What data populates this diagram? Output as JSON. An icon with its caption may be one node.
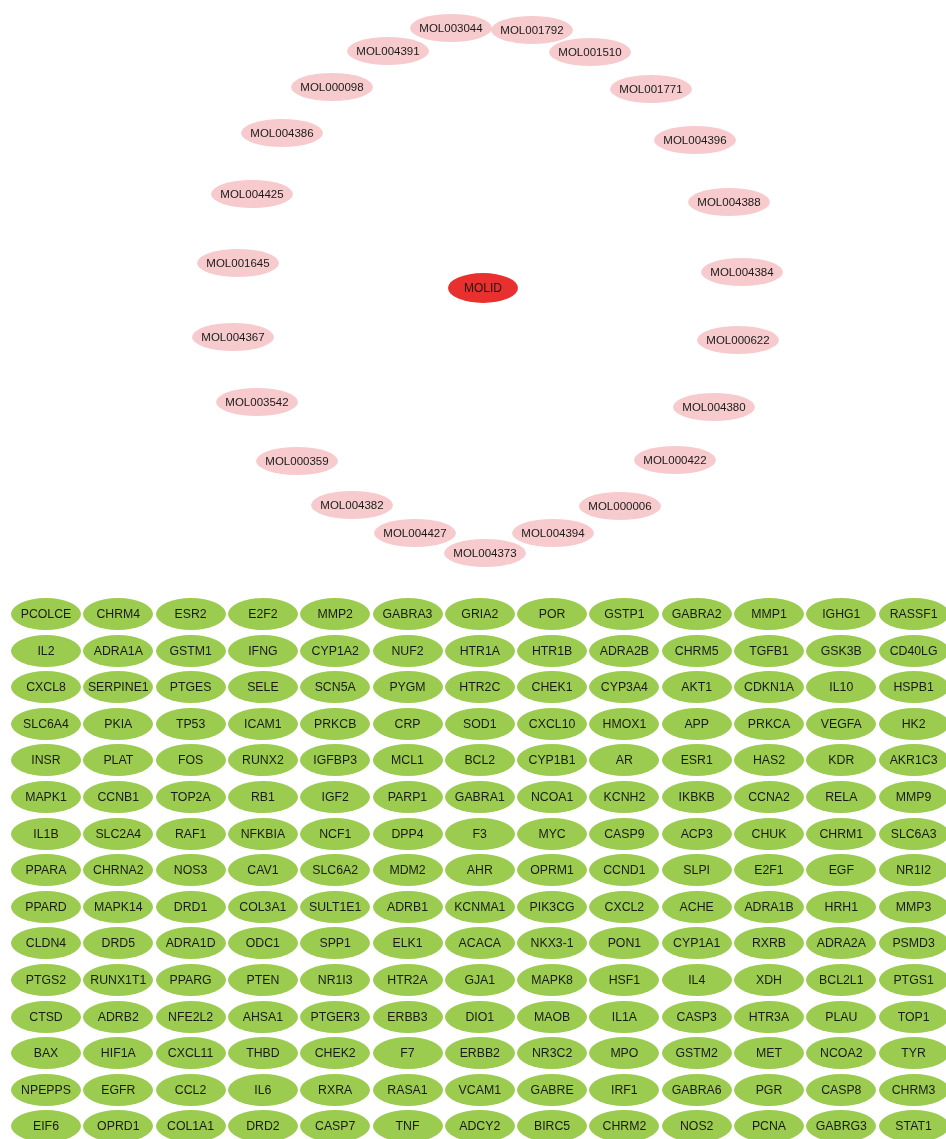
{
  "diagram": {
    "nodes": [
      {
        "text": [
          "MOL003044"
        ]
      },
      {
        "text": [
          "MOL001792"
        ]
      },
      {
        "text": [
          "MOL004391"
        ]
      },
      {
        "text": [
          "MOL001510"
        ]
      },
      {
        "text": [
          "MOL000098"
        ]
      },
      {
        "text": [
          "MOL001771"
        ]
      },
      {
        "text": [
          "MOL004386"
        ]
      },
      {
        "text": [
          "MOL004396"
        ]
      },
      {
        "text": [
          "MOL004425"
        ]
      },
      {
        "text": [
          "MOL004388"
        ]
      },
      {
        "text": [
          "MOL001645"
        ]
      },
      {
        "text": [
          "MOL004384"
        ]
      },
      {
        "text": [
          "MOLID"
        ]
      },
      {
        "text": [
          "MOL004367"
        ]
      },
      {
        "text": [
          "MOL000622"
        ]
      },
      {
        "text": [
          "MOL003542"
        ]
      },
      {
        "text": [
          "MOL004380"
        ]
      },
      {
        "text": [
          "MOL000359"
        ]
      },
      {
        "text": [
          "MOL000422"
        ]
      },
      {
        "text": [
          "MOL004382"
        ]
      },
      {
        "text": [
          "MOL000006"
        ]
      },
      {
        "text": [
          "MOL004427"
        ]
      },
      {
        "text": [
          "MOL004394"
        ]
      },
      {
        "text": [
          "MOL004373"
        ]
      },
      {
        "text": [
          "PCOLCE"
        ]
      },
      {
        "text": [
          "CHRM4"
        ]
      },
      {
        "text": [
          "ESR2"
        ]
      },
      {
        "text": [
          "E2F2"
        ]
      },
      {
        "text": [
          "MMP2"
        ]
      },
      {
        "text": [
          "GABRA3"
        ]
      },
      {
        "text": [
          "GRIA2"
        ]
      },
      {
        "text": [
          "POR"
        ]
      },
      {
        "text": [
          "GSTP1"
        ]
      },
      {
        "text": [
          "GABRA2"
        ]
      },
      {
        "text": [
          "MMP1"
        ]
      },
      {
        "text": [
          "IGHG1"
        ]
      },
      {
        "text": [
          "RASSF1"
        ]
      },
      {
        "text": [
          "IL2"
        ]
      },
      {
        "text": [
          "ADRA1A"
        ]
      },
      {
        "text": [
          "GSTM1"
        ]
      },
      {
        "text": [
          "IFNG"
        ]
      },
      {
        "text": [
          "CYP1A2"
        ]
      },
      {
        "text": [
          "NUF2"
        ]
      },
      {
        "text": [
          "HTR1A"
        ]
      },
      {
        "text": [
          "HTR1B"
        ]
      },
      {
        "text": [
          "ADRA2B"
        ]
      },
      {
        "text": [
          "CHRM5"
        ]
      },
      {
        "text": [
          "TGFB1"
        ]
      },
      {
        "text": [
          "GSK3B"
        ]
      },
      {
        "text": [
          "CD40LG"
        ]
      },
      {
        "text": [
          "CXCL8"
        ]
      },
      {
        "text": [
          "SERPINE1"
        ]
      },
      {
        "text": [
          "PTGES"
        ]
      },
      {
        "text": [
          "SELE"
        ]
      },
      {
        "text": [
          "SCN5A"
        ]
      },
      {
        "text": [
          "PYGM"
        ]
      },
      {
        "text": [
          "HTR2C"
        ]
      },
      {
        "text": [
          "CHEK1"
        ]
      },
      {
        "text": [
          "CYP3A4"
        ]
      },
      {
        "text": [
          "AKT1"
        ]
      },
      {
        "text": [
          "CDKN1A"
        ]
      },
      {
        "text": [
          "IL10"
        ]
      },
      {
        "text": [
          "HSPB1"
        ]
      },
      {
        "text": [
          "SLC6A4"
        ]
      },
      {
        "text": [
          "PKIA"
        ]
      },
      {
        "text": [
          "TP53"
        ]
      },
      {
        "text": [
          "ICAM1"
        ]
      },
      {
        "text": [
          "PRKCB"
        ]
      },
      {
        "text": [
          "CRP"
        ]
      },
      {
        "text": [
          "SOD1"
        ]
      },
      {
        "text": [
          "CXCL10"
        ]
      },
      {
        "text": [
          "HMOX1"
        ]
      },
      {
        "text": [
          "APP"
        ]
      },
      {
        "text": [
          "PRKCA"
        ]
      },
      {
        "text": [
          "VEGFA"
        ]
      },
      {
        "text": [
          "HK2"
        ]
      },
      {
        "text": [
          "INSR"
        ]
      },
      {
        "text": [
          "PLAT"
        ]
      },
      {
        "text": [
          "FOS"
        ]
      },
      {
        "text": [
          "RUNX2"
        ]
      },
      {
        "text": [
          "IGFBP3"
        ]
      },
      {
        "text": [
          "MCL1"
        ]
      },
      {
        "text": [
          "BCL2"
        ]
      },
      {
        "text": [
          "CYP1B1"
        ]
      },
      {
        "text": [
          "AR"
        ]
      },
      {
        "text": [
          "ESR1"
        ]
      },
      {
        "text": [
          "HAS2"
        ]
      },
      {
        "text": [
          "KDR"
        ]
      },
      {
        "text": [
          "AKR1C3"
        ]
      },
      {
        "text": [
          "MAPK1"
        ]
      },
      {
        "text": [
          "CCNB1"
        ]
      },
      {
        "text": [
          "TOP2A"
        ]
      },
      {
        "text": [
          "RB1"
        ]
      },
      {
        "text": [
          "IGF2"
        ]
      },
      {
        "text": [
          "PARP1"
        ]
      },
      {
        "text": [
          "GABRA1"
        ]
      },
      {
        "text": [
          "NCOA1"
        ]
      },
      {
        "text": [
          "KCNH2"
        ]
      },
      {
        "text": [
          "IKBKB"
        ]
      },
      {
        "text": [
          "CCNA2"
        ]
      },
      {
        "text": [
          "RELA"
        ]
      },
      {
        "text": [
          "MMP9"
        ]
      },
      {
        "text": [
          "IL1B"
        ]
      },
      {
        "text": [
          "SLC2A4"
        ]
      },
      {
        "text": [
          "RAF1"
        ]
      },
      {
        "text": [
          "NFKBIA"
        ]
      },
      {
        "text": [
          "NCF1"
        ]
      },
      {
        "text": [
          "DPP4"
        ]
      },
      {
        "text": [
          "F3"
        ]
      },
      {
        "text": [
          "MYC"
        ]
      },
      {
        "text": [
          "CASP9"
        ]
      },
      {
        "text": [
          "ACP3"
        ]
      },
      {
        "text": [
          "CHUK"
        ]
      },
      {
        "text": [
          "CHRM1"
        ]
      },
      {
        "text": [
          "SLC6A3"
        ]
      },
      {
        "text": [
          "PPARA"
        ]
      },
      {
        "text": [
          "CHRNA2"
        ]
      },
      {
        "text": [
          "NOS3"
        ]
      },
      {
        "text": [
          "CAV1"
        ]
      },
      {
        "text": [
          "SLC6A2"
        ]
      },
      {
        "text": [
          "MDM2"
        ]
      },
      {
        "text": [
          "AHR"
        ]
      },
      {
        "text": [
          "OPRM1"
        ]
      },
      {
        "text": [
          "CCND1"
        ]
      },
      {
        "text": [
          "SLPI"
        ]
      },
      {
        "text": [
          "E2F1"
        ]
      },
      {
        "text": [
          "EGF"
        ]
      },
      {
        "text": [
          "NR1I2"
        ]
      },
      {
        "text": [
          "PPARD"
        ]
      },
      {
        "text": [
          "MAPK14"
        ]
      },
      {
        "text": [
          "DRD1"
        ]
      },
      {
        "text": [
          "COL3A1"
        ]
      },
      {
        "text": [
          "SULT1E1"
        ]
      },
      {
        "text": [
          "ADRB1"
        ]
      },
      {
        "text": [
          "KCNMA1"
        ]
      },
      {
        "text": [
          "PIK3CG"
        ]
      },
      {
        "text": [
          "CXCL2"
        ]
      },
      {
        "text": [
          "ACHE"
        ]
      },
      {
        "text": [
          "ADRA1B"
        ]
      },
      {
        "text": [
          "HRH1"
        ]
      },
      {
        "text": [
          "MMP3"
        ]
      },
      {
        "text": [
          "CLDN4"
        ]
      },
      {
        "text": [
          "DRD5"
        ]
      },
      {
        "text": [
          "ADRA1D"
        ]
      },
      {
        "text": [
          "ODC1"
        ]
      },
      {
        "text": [
          "SPP1"
        ]
      },
      {
        "text": [
          "ELK1"
        ]
      },
      {
        "text": [
          "ACACA"
        ]
      },
      {
        "text": [
          "NKX3-1"
        ]
      },
      {
        "text": [
          "PON1"
        ]
      },
      {
        "text": [
          "CYP1A1"
        ]
      },
      {
        "text": [
          "RXRB"
        ]
      },
      {
        "text": [
          "ADRA2A"
        ]
      },
      {
        "text": [
          "PSMD3"
        ]
      },
      {
        "text": [
          "PTGS2"
        ]
      },
      {
        "text": [
          "RUNX1T1"
        ]
      },
      {
        "text": [
          "PPARG"
        ]
      },
      {
        "text": [
          "PTEN"
        ]
      },
      {
        "text": [
          "NR1I3"
        ]
      },
      {
        "text": [
          "HTR2A"
        ]
      },
      {
        "text": [
          "GJA1"
        ]
      },
      {
        "text": [
          "MAPK8"
        ]
      },
      {
        "text": [
          "HSF1"
        ]
      },
      {
        "text": [
          "IL4"
        ]
      },
      {
        "text": [
          "XDH"
        ]
      },
      {
        "text": [
          "BCL2L1"
        ]
      },
      {
        "text": [
          "PTGS1"
        ]
      },
      {
        "text": [
          "CTSD"
        ]
      },
      {
        "text": [
          "ADRB2"
        ]
      },
      {
        "text": [
          "NFE2L2"
        ]
      },
      {
        "text": [
          "AHSA1"
        ]
      },
      {
        "text": [
          "PTGER3"
        ]
      },
      {
        "text": [
          "ERBB3"
        ]
      },
      {
        "text": [
          "DIO1"
        ]
      },
      {
        "text": [
          "MAOB"
        ]
      },
      {
        "text": [
          "IL1A"
        ]
      },
      {
        "text": [
          "CASP3"
        ]
      },
      {
        "text": [
          "HTR3A"
        ]
      },
      {
        "text": [
          "PLAU"
        ]
      },
      {
        "text": [
          "TOP1"
        ]
      },
      {
        "text": [
          "BAX"
        ]
      },
      {
        "text": [
          "HIF1A"
        ]
      },
      {
        "text": [
          "CXCL11"
        ]
      },
      {
        "text": [
          "THBD"
        ]
      },
      {
        "text": [
          "CHEK2"
        ]
      },
      {
        "text": [
          "F7"
        ]
      },
      {
        "text": [
          "ERBB2"
        ]
      },
      {
        "text": [
          "NR3C2"
        ]
      },
      {
        "text": [
          "MPO"
        ]
      },
      {
        "text": [
          "GSTM2"
        ]
      },
      {
        "text": [
          "MET"
        ]
      },
      {
        "text": [
          "NCOA2"
        ]
      },
      {
        "text": [
          "TYR"
        ]
      },
      {
        "text": [
          "NPEPPS"
        ]
      },
      {
        "text": [
          "EGFR"
        ]
      },
      {
        "text": [
          "CCL2"
        ]
      },
      {
        "text": [
          "IL6"
        ]
      },
      {
        "text": [
          "RXRA"
        ]
      },
      {
        "text": [
          "RASA1"
        ]
      },
      {
        "text": [
          "VCAM1"
        ]
      },
      {
        "text": [
          "GABRE"
        ]
      },
      {
        "text": [
          "IRF1"
        ]
      },
      {
        "text": [
          "GABRA6"
        ]
      },
      {
        "text": [
          "PGR"
        ]
      },
      {
        "text": [
          "CASP8"
        ]
      },
      {
        "text": [
          "CHRM3"
        ]
      },
      {
        "text": [
          "EIF6"
        ]
      },
      {
        "text": [
          "OPRD1"
        ]
      },
      {
        "text": [
          "COL1A1"
        ]
      },
      {
        "text": [
          "DRD2"
        ]
      },
      {
        "text": [
          "CASP7"
        ]
      },
      {
        "text": [
          "TNF"
        ]
      },
      {
        "text": [
          "ADCY2"
        ]
      },
      {
        "text": [
          "BIRC5"
        ]
      },
      {
        "text": [
          "CHRM2"
        ]
      },
      {
        "text": [
          "NOS2"
        ]
      },
      {
        "text": [
          "PCNA"
        ]
      },
      {
        "text": [
          "GABRG3"
        ]
      },
      {
        "text": [
          "STAT1"
        ]
      }
    ]
  }
}
